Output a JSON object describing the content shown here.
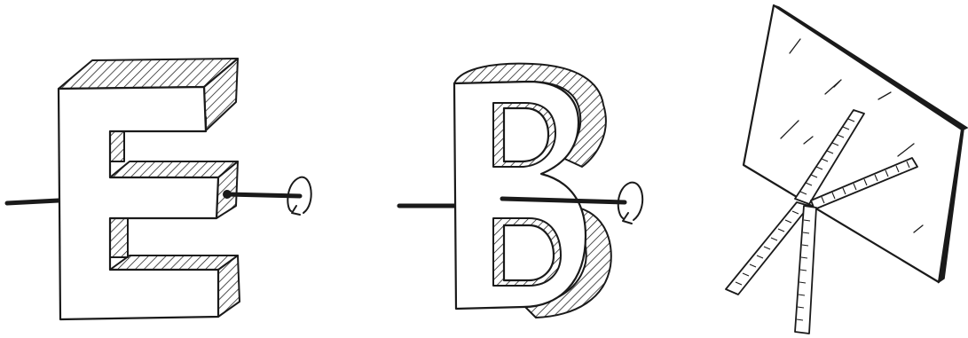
{
  "colors": {
    "ink": "#1a1a1a",
    "paper": "#ffffff"
  },
  "figures": [
    {
      "id": "letter-e",
      "letter": "E",
      "style": "3d-extruded-sketch",
      "has_rotation_axis": true
    },
    {
      "id": "letter-b",
      "letter": "B",
      "style": "3d-extruded-sketch",
      "has_rotation_axis": true
    },
    {
      "id": "mirror-with-rulers",
      "object": "mirror",
      "ruler_count": 3
    }
  ]
}
